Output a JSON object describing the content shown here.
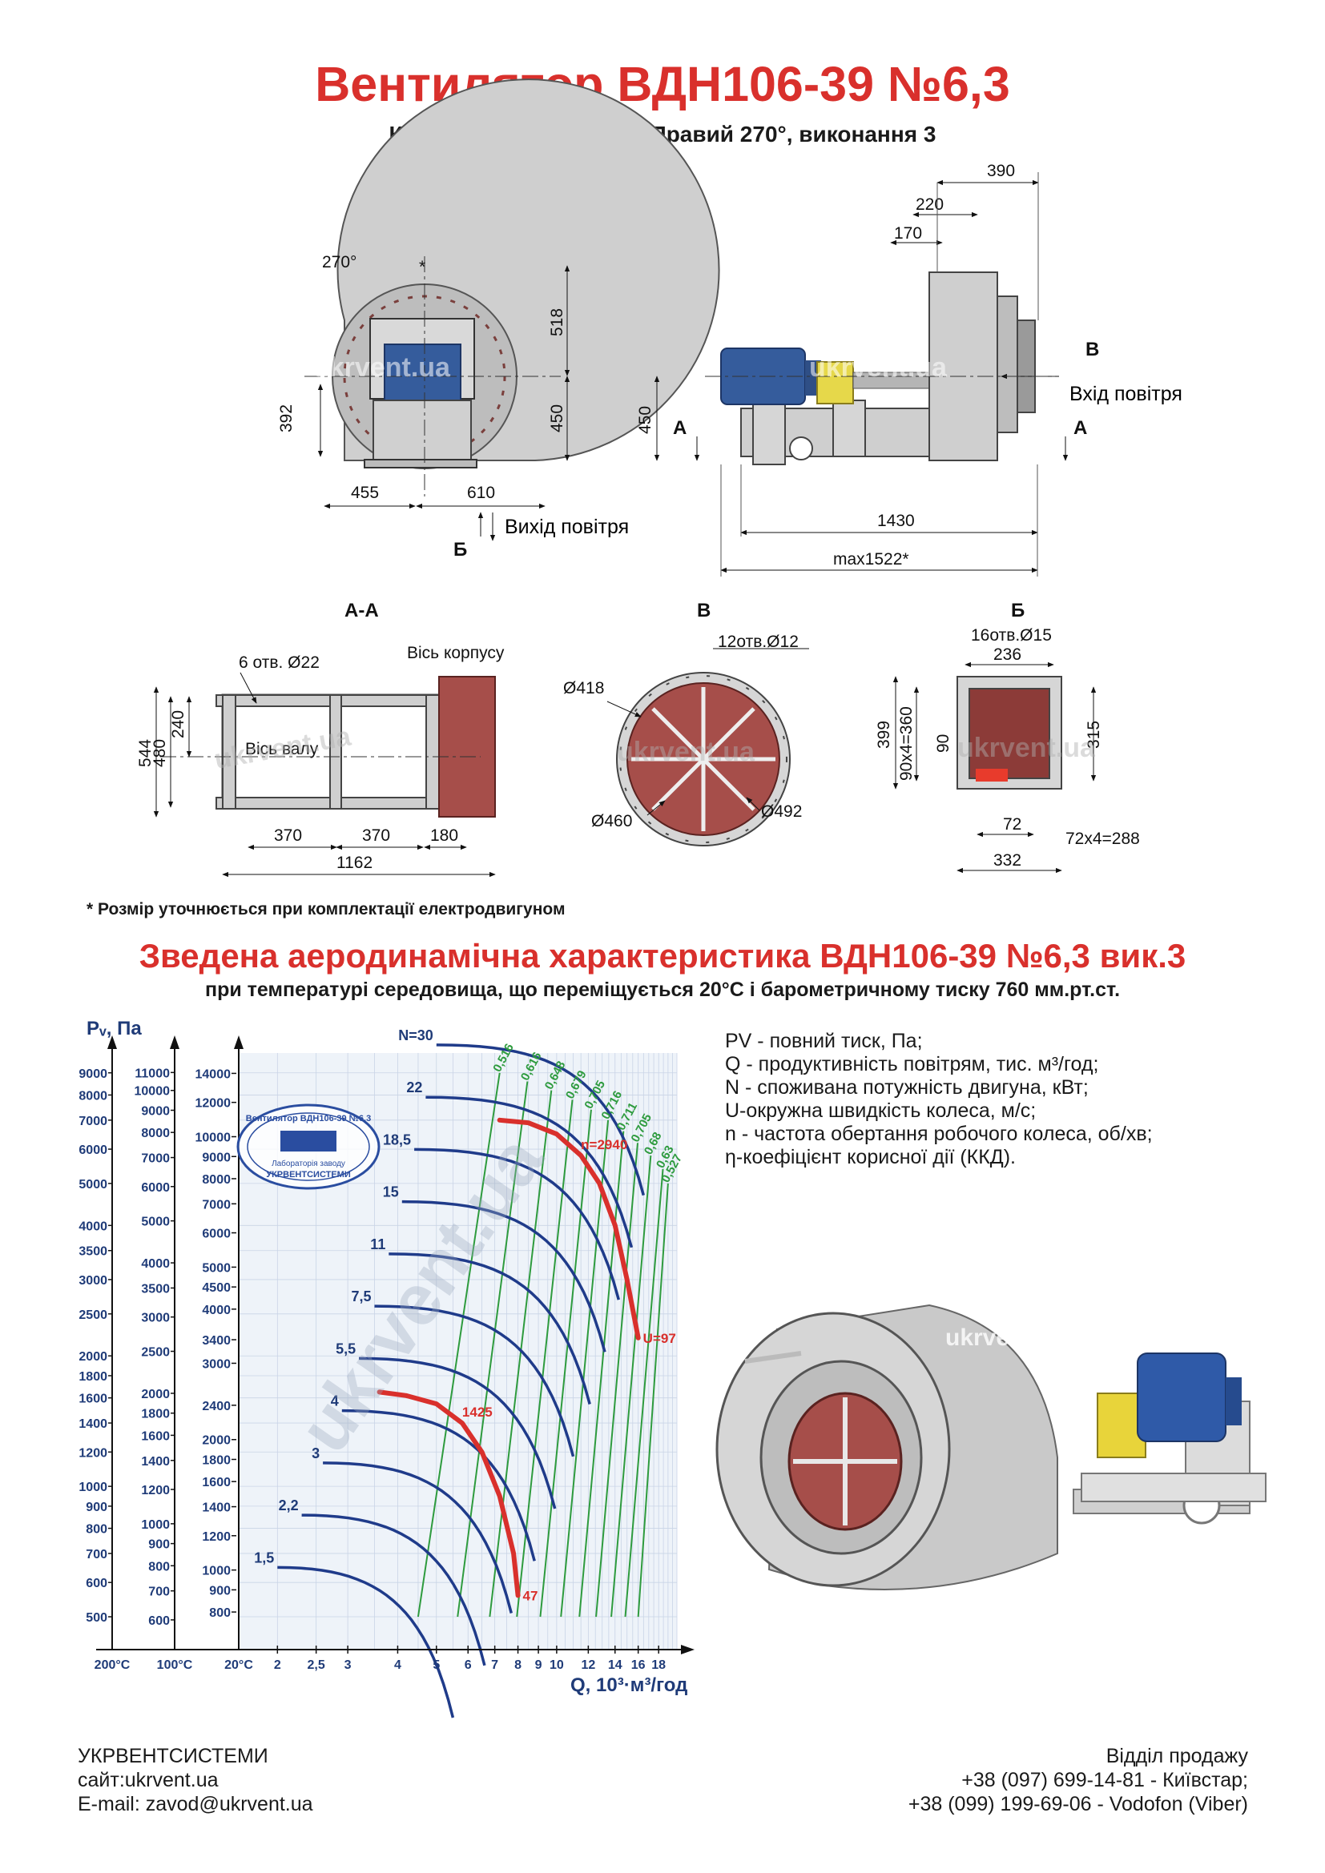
{
  "title": "Вентилятор  ВДН106-39 №6,3",
  "subtitle": "Кут розвороту корпусу Правий 270°, виконання 3",
  "drawings": {
    "front_view": {
      "angle": "270°",
      "dims": [
        "518",
        "450",
        "392",
        "455",
        "610"
      ],
      "outlet_marker": "Б",
      "outlet_label": "Вихід повітря"
    },
    "side_view": {
      "dims": [
        "390",
        "220",
        "170",
        "450",
        "1430",
        "max1522*"
      ],
      "inlet_marker": "В",
      "inlet_label": "Вхід повітря",
      "section_marker": "А"
    },
    "section_aa": {
      "title": "А-А",
      "holes": "6 отв. Ø22",
      "housing_axis": "Вісь корпусу",
      "shaft_axis": "Вісь валу",
      "dims": [
        "544",
        "480",
        "240",
        "370",
        "370",
        "180",
        "1162"
      ]
    },
    "view_v": {
      "title": "В",
      "holes": "12отв.Ø12",
      "dims": [
        "Ø418",
        "Ø460",
        "Ø492"
      ]
    },
    "view_b": {
      "title": "Б",
      "holes": "16отв.Ø15",
      "dims": [
        "236",
        "399",
        "90x4=360",
        "90",
        "315",
        "72",
        "72x4=288",
        "332"
      ]
    },
    "watermark": "ukrvent.ua"
  },
  "footnote": "* Розмір уточнюється при комплектації електродвигуном",
  "aero_title": "Зведена аеродинамічна характеристика ВДН106-39 №6,3 вик.3",
  "aero_subtitle": "при температурі середовища, що переміщується 20°С і барометричному тиску 760 мм.рт.ст.",
  "legend": [
    "PV - повний тиск, Па;",
    "Q - продуктивність повітрям, тис. м³/год;",
    "N - споживана потужність двигуна, кВт;",
    "U-окружна швидкість колеса, м/с;",
    "n - частота обертання робочого колеса, об/хв;",
    "η-коефіцієнт корисної дії (ККД)."
  ],
  "chart_data": {
    "type": "line",
    "ylabel": "Pᵥ, Па",
    "xlabel": "Q, 10³·м³/год",
    "x_log": true,
    "y_log": true,
    "x_ticks": [
      "2",
      "2,5",
      "3",
      "4",
      "5",
      "6",
      "7",
      "8",
      "9",
      "10",
      "12",
      "14",
      "16",
      "18"
    ],
    "temperature_labels": [
      "200°С",
      "100°С",
      "20°С"
    ],
    "y_ticks_20C": [
      "9000",
      "8000",
      "7000",
      "6000",
      "5000",
      "4000",
      "3500",
      "3000",
      "2500",
      "2000",
      "1800",
      "1600",
      "1400",
      "1200",
      "1000",
      "900",
      "800",
      "700",
      "600",
      "500"
    ],
    "y_ticks_100C": [
      "11000",
      "10000",
      "9000",
      "8000",
      "7000",
      "6000",
      "5000",
      "4000",
      "3500",
      "3000",
      "2500",
      "2000",
      "1800",
      "1600",
      "1400",
      "1200",
      "1000",
      "900",
      "800",
      "700",
      "600"
    ],
    "y_ticks_200C": [
      "14000",
      "12000",
      "10000",
      "9000",
      "8000",
      "7000",
      "6000",
      "5000",
      "4500",
      "4000",
      "3400",
      "3000",
      "2400",
      "2000",
      "1800",
      "1600",
      "1400",
      "1200",
      "1000",
      "900",
      "800"
    ],
    "power_labels": [
      "N=30",
      "22",
      "18,5",
      "15",
      "11",
      "7,5",
      "5,5",
      "4",
      "3",
      "2,2",
      "1,5"
    ],
    "efficiency_labels": [
      "0,516",
      "0,616",
      "0,648",
      "0,679",
      "0,705",
      "0,716",
      "0,711",
      "0,705",
      "0,68",
      "0,63",
      "0,527"
    ],
    "series": [
      {
        "name": "n=2940",
        "end_label": "U=97",
        "x": [
          7.2,
          8.5,
          10.0,
          11.5,
          12.8,
          14.0,
          15.0,
          16.0
        ],
        "y": [
          7000,
          6900,
          6500,
          5800,
          5000,
          4000,
          3000,
          2200
        ]
      },
      {
        "name": "1425",
        "end_label": "47",
        "x": [
          3.6,
          4.2,
          5.0,
          5.8,
          6.5,
          7.2,
          7.8,
          8.0
        ],
        "y": [
          1650,
          1620,
          1550,
          1400,
          1200,
          950,
          700,
          560
        ]
      }
    ]
  },
  "stamp": {
    "line1": "Вентилятор ВДН106-39 №6,3",
    "line2": "Лабораторія заводу",
    "line3": "УКРВЕНТСИСТЕМИ"
  },
  "footer": {
    "company": "УКРВЕНТСИСТЕМИ",
    "site": "сайт:ukrvent.ua",
    "email": "E-mail: zavod@ukrvent.ua",
    "sales": "Відділ продажу",
    "phone1": "+38 (097) 699-14-81 - Київстар;",
    "phone2": "+38 (099) 199-69-06 - Vodofon (Viber)"
  },
  "colors": {
    "accent_red": "#d9302c",
    "axis_blue": "#1f3b78",
    "curve_blue": "#1f3b8a",
    "curve_green": "#2e9b3e",
    "metal": "#c9c9c9",
    "damper_red": "#b14a45"
  }
}
